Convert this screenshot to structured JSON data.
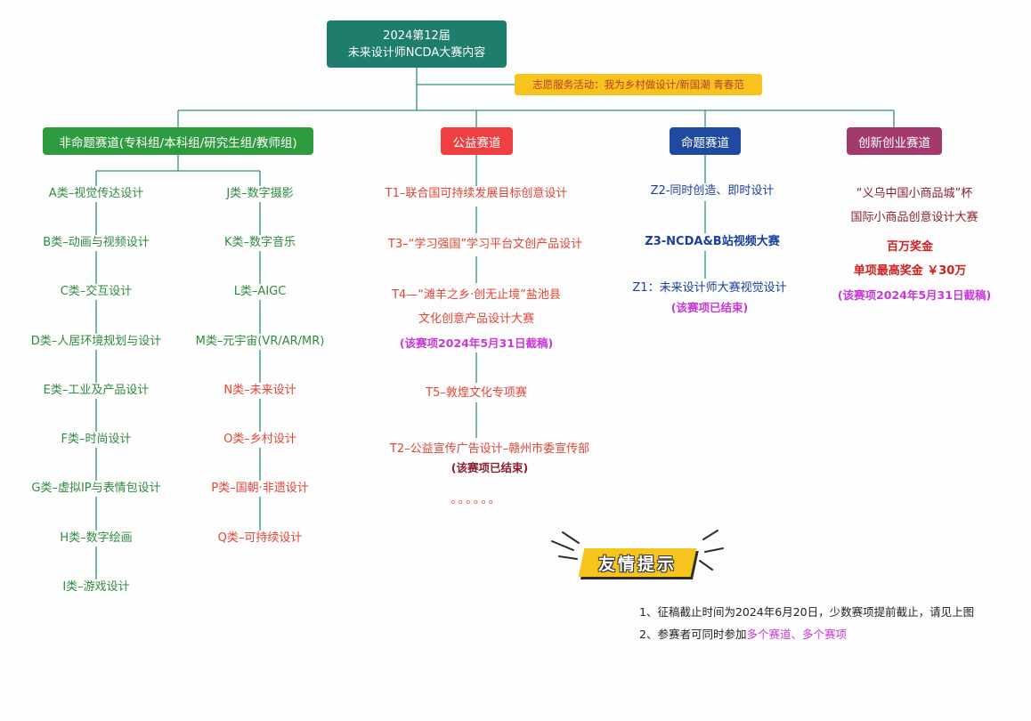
{
  "root": {
    "line1": "2024第12届",
    "line2": "未来设计师NCDA大赛内容"
  },
  "volunteer": "志愿服务活动：我为乡村做设计/新国潮 青春范",
  "categories": {
    "non_proposition": "非命题赛道(专科组/本科组/研究生组/教师组)",
    "public_welfare": "公益赛道",
    "proposition": "命题赛道",
    "innovation": "创新创业赛道"
  },
  "non_proposition_left": [
    "A类–视觉传达设计",
    "B类–动画与视频设计",
    "C类–交互设计",
    "D类–人居环境规划与设计",
    "E类–工业及产品设计",
    "F类–时尚设计",
    "G类–虚拟IP与表情包设计",
    "H类–数字绘画",
    "I类–游戏设计"
  ],
  "non_proposition_right": [
    "J类–数字摄影",
    "K类–数字音乐",
    "L类–AIGC",
    "M类–元宇宙(VR/AR/MR)",
    "N类–未来设计",
    "O类–乡村设计",
    "P类–国朝·非遗设计",
    "Q类–可持续设计"
  ],
  "public_welfare": {
    "t1": "T1–联合国可持续发展目标创意设计",
    "t3": "T3–“学习强国”学习平台文创产品设计",
    "t4_line1": "T4—“滩羊之乡·创无止境”盐池县",
    "t4_line2": "文化创意产品设计大赛",
    "t4_note": "(该赛项2024年5月31日截稿)",
    "t5": "T5–敦煌文化专项赛",
    "t2": "T2–公益宣传广告设计–赣州市委宣传部",
    "t2_note": "(该赛项已结束)",
    "more": "。。。。。。"
  },
  "proposition": {
    "z2": "Z2-同时创造、即时设计",
    "z3": "Z3-NCDA&B站视频大赛",
    "z1": "Z1：未来设计师大赛视觉设计",
    "z1_note": "(该赛项已结束)"
  },
  "innovation": {
    "line1": "“义乌中国小商品城”杯",
    "line2": "国际小商品创意设计大赛",
    "prize1": "百万奖金",
    "prize2": "单项最高奖金 ￥30万",
    "note": "(该赛项2024年5月31日截稿)"
  },
  "tips": {
    "banner": "友情提示",
    "note1": "1、征稿截止时间为2024年6月20日，少数赛项提前截止，请见上图",
    "note2_prefix": "2、参赛者可同时参加",
    "note2_highlight": "多个赛道、多个赛项"
  },
  "colors": {
    "root": "#1e7d6d",
    "volunteer": "#f6c41d",
    "green": "#2e9b3f",
    "red": "#ee4040",
    "blue": "#1f4aa0",
    "purple": "#a33a6e",
    "highlight": "#c838d6"
  }
}
